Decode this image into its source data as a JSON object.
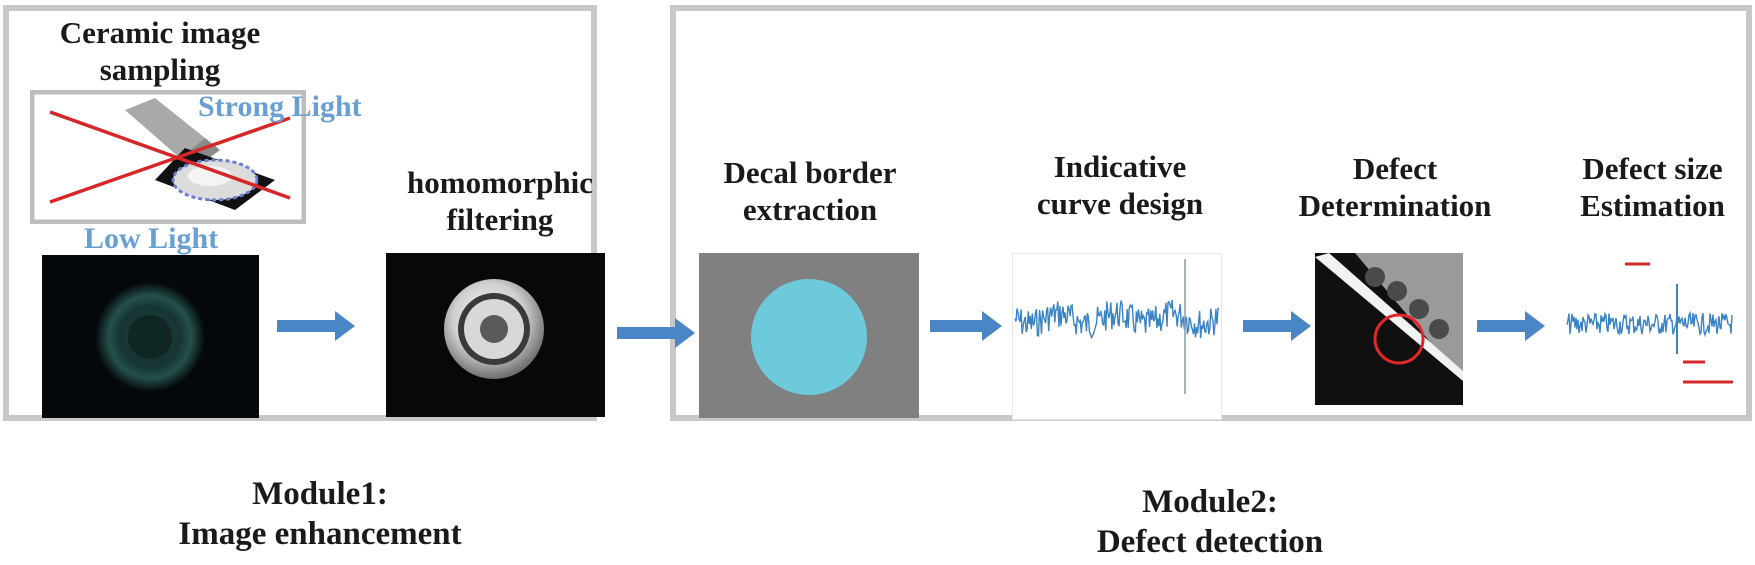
{
  "module1": {
    "label": "Module1:\nImage enhancement"
  },
  "module2": {
    "label": "Module2:\nDefect detection"
  },
  "steps": {
    "sampling": "Ceramic image\nsampling",
    "homomorphic": "homomorphic\nfiltering",
    "decal": "Decal border\nextraction",
    "curve": "Indicative\ncurve design",
    "determination": "Defect\nDetermination",
    "size": "Defect size\nEstimation"
  },
  "lights": {
    "strong": "Strong Light",
    "low": "Low Light"
  },
  "colors": {
    "arrow": "#4a86c5",
    "module_border": "#c8c8c8",
    "light_label": "#6a9fd3",
    "cross": "#d62728",
    "disc": "#6ccadb",
    "curve": "#3a84c4"
  }
}
